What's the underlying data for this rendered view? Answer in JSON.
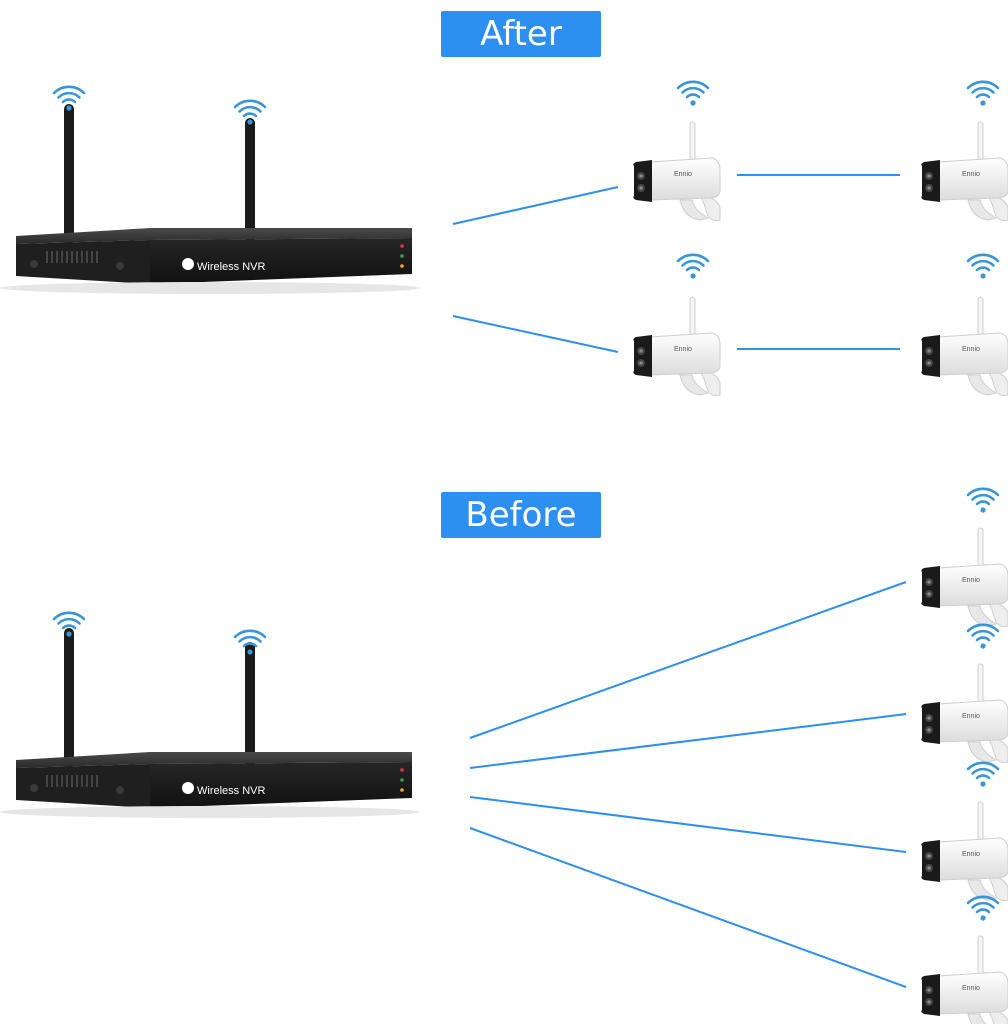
{
  "after_label": "After",
  "before_label": "Before",
  "nvr_text": "Wireless NVR",
  "camera_brand": "Ennio",
  "colors": {
    "label_bg": "#2d8ff0",
    "link_line": "#2d8ff0",
    "wifi": "#3a96d8",
    "nvr_body": "#1c1c1c"
  },
  "icons": [
    "wifi-signal-icon",
    "nvr-recorder-icon",
    "bullet-camera-icon"
  ],
  "after": {
    "topology": "repeater-chain",
    "nvr_count": 1,
    "camera_count": 4
  },
  "before": {
    "topology": "direct-star",
    "nvr_count": 1,
    "camera_count": 4
  }
}
